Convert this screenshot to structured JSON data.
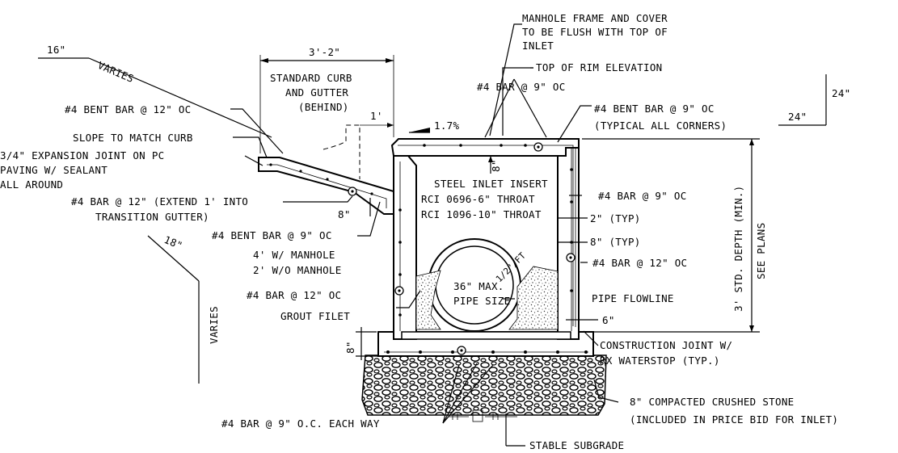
{
  "labels": {
    "manhole_frame": [
      "MANHOLE FRAME AND COVER",
      "TO BE FLUSH WITH TOP OF",
      "INLET"
    ],
    "top_rim": "TOP OF RIM ELEVATION",
    "bar4_9oc_top": "#4 BAR @ 9\" OC",
    "bent_bar_9oc_corners": [
      "#4 BENT BAR @ 9\" OC",
      "(TYPICAL ALL CORNERS)"
    ],
    "dim_3_2": "3'-2\"",
    "standard_curb": [
      "STANDARD CURB",
      "AND GUTTER",
      "(BEHIND)"
    ],
    "dim_1ft": "1'",
    "slope_pct": "1.7%",
    "dim_16": "16\"",
    "varies_top": "VARIES",
    "bent_bar_12oc": "#4 BENT BAR @ 12\" OC",
    "slope_match_curb": "SLOPE TO MATCH CURB",
    "expansion_joint": [
      "3/4\" EXPANSION JOINT ON PC",
      "PAVING W/ SEALANT",
      "ALL AROUND"
    ],
    "bar_12oc_extend": [
      "#4 BAR @ 12\" (EXTEND 1' INTO",
      "TRANSITION GUTTER)"
    ],
    "dim_8_left": "8\"",
    "bent_bar_9oc_left": "#4 BENT BAR @ 9\" OC",
    "dim_18": "18\"",
    "varies_left": "VARIES",
    "manhole_wall": [
      "4' W/ MANHOLE",
      "2' W/O MANHOLE"
    ],
    "bar_12oc_left": "#4 BAR @ 12\" OC",
    "grout_filet": "GROUT FILET",
    "dim_8_top": "8\"",
    "steel_inlet": [
      "STEEL INLET INSERT",
      "RCI 0696-6\" THROAT",
      "RCI 1096-10\" THROAT"
    ],
    "pipe_size": [
      "36\" MAX.",
      "PIPE SIZE"
    ],
    "pipe_slope": "1/2\"/FT",
    "bar4_9oc_right": "#4 BAR @ 9\" OC",
    "dim_2_typ": "2\" (TYP)",
    "dim_8_typ": "8\" (TYP)",
    "bar_12oc_right": "#4 BAR @ 12\" OC",
    "std_depth": [
      "3' STD. DEPTH (MIN.)",
      "SEE PLANS"
    ],
    "pipe_flowline": "PIPE FLOWLINE",
    "dim_6": "6\"",
    "dim_8_base": "8\"",
    "construction_joint": [
      "CONSTRUCTION JOINT W/",
      "RX WATERSTOP (TYP.)"
    ],
    "dim_24_v": "24\"",
    "dim_24_h": "24\"",
    "crushed_stone": [
      "8\" COMPACTED CRUSHED STONE",
      "(INCLUDED IN PRICE BID FOR INLET)"
    ],
    "bar_base": "#4 BAR @ 9\" O.C. EACH WAY",
    "subgrade": "STABLE SUBGRADE"
  }
}
